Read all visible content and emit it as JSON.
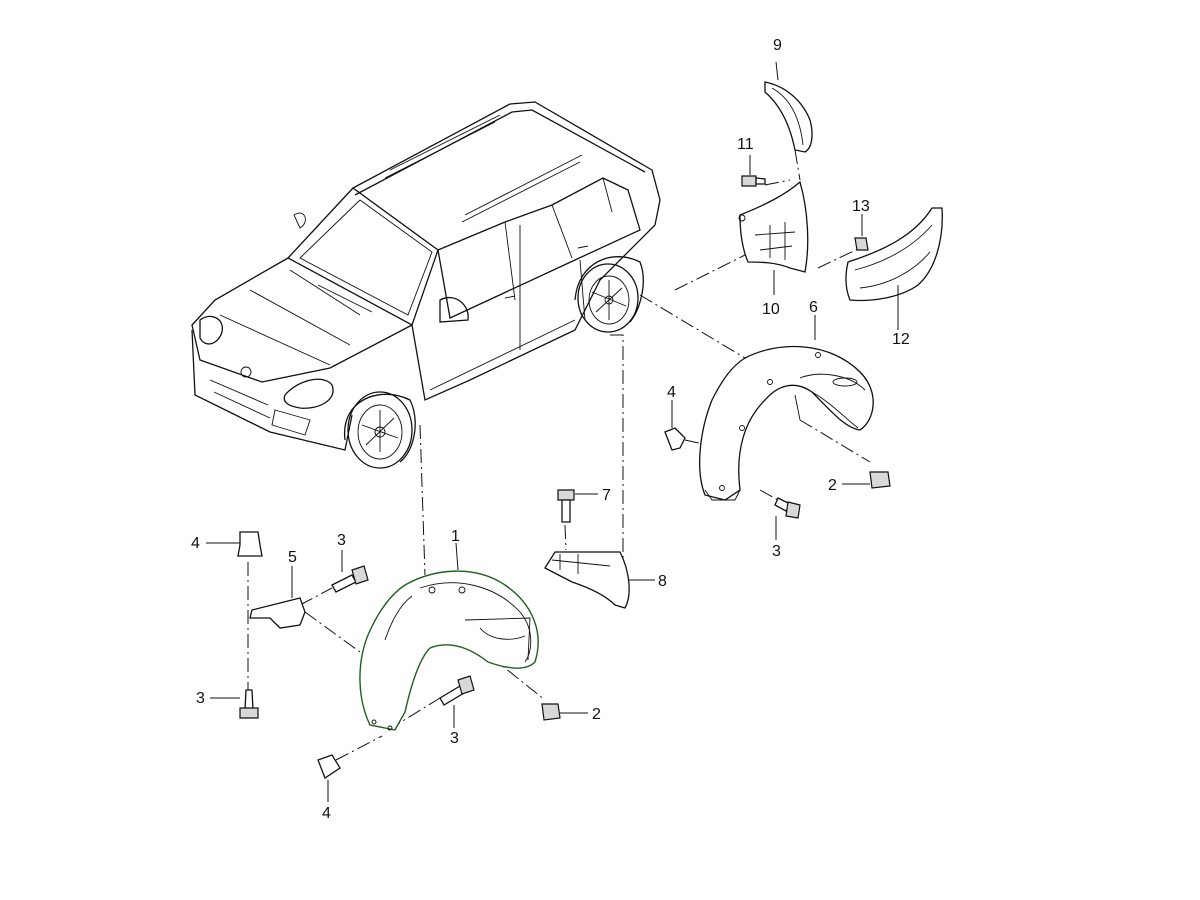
{
  "callouts": {
    "c1": "1",
    "c2a": "2",
    "c2b": "2",
    "c3a": "3",
    "c3b": "3",
    "c3c": "3",
    "c3d": "3",
    "c4a": "4",
    "c4b": "4",
    "c4c": "4",
    "c5": "5",
    "c6": "6",
    "c7": "7",
    "c8": "8",
    "c9": "9",
    "c10": "10",
    "c11": "11",
    "c12": "12",
    "c13": "13"
  },
  "colors": {
    "line": "#111111",
    "highlight": "#1f5f1f",
    "background": "#ffffff"
  }
}
